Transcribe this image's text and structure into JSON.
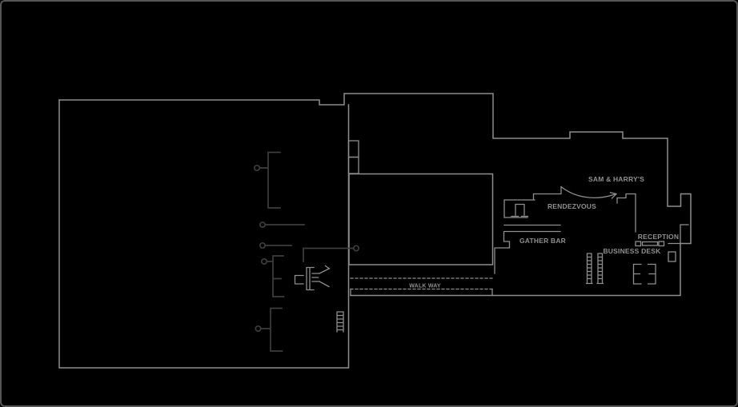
{
  "colors": {
    "background": "#000000",
    "wall": "#8e8e8e",
    "furniture": "#3d3d3d",
    "label": "#8f8f8f",
    "frame": "#565656"
  },
  "floor_plan": {
    "labels": {
      "sam_harrys": "SAM & HARRY'S",
      "rendezvous": "RENDEZVOUS",
      "gather_bar": "GATHER BAR",
      "reception": "RECEPTION",
      "business_desk": "BUSINESS DESK",
      "walk_way": "WALK WAY"
    }
  }
}
